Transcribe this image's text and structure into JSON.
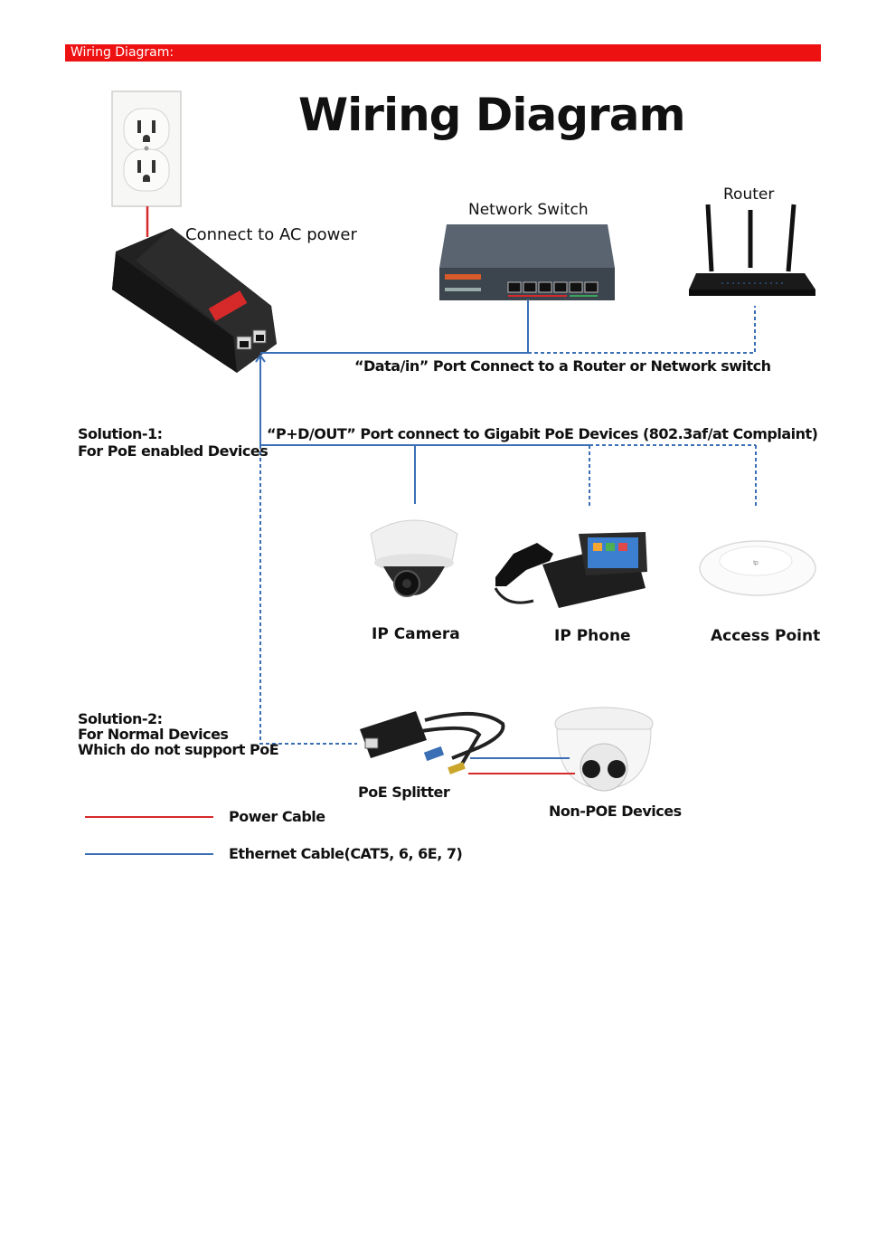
{
  "section_header": "Wiring Diagram:",
  "title": "Wiring Diagram",
  "labels": {
    "ac_power": "Connect to AC power",
    "network_switch": "Network Switch",
    "router": "Router",
    "data_in": "“Data/in” Port Connect to a Router or Network switch",
    "pd_out": "“P+D/OUT” Port connect to Gigabit PoE Devices (802.3af/at Complaint)",
    "ip_camera": "IP Camera",
    "ip_phone": "IP Phone",
    "access_point": "Access Point",
    "poe_splitter": "PoE Splitter",
    "non_poe": "Non-POE Devices"
  },
  "solutions": {
    "s1_title": "Solution-1:",
    "s1_desc": "For PoE enabled Devices",
    "s2_title": "Solution-2:",
    "s2_line1": "For Normal Devices",
    "s2_line2": "Which do not support PoE"
  },
  "legend": {
    "power": "Power Cable",
    "ethernet": "Ethernet Cable(CAT5, 6, 6E, 7)"
  },
  "colors": {
    "power_cable": "#d62a2a",
    "ethernet_cable": "#3a6fb5",
    "header_bar": "#ee1111"
  },
  "icons": [
    "outlet-icon",
    "poe-injector-icon",
    "network-switch-icon",
    "router-icon",
    "ip-camera-icon",
    "ip-phone-icon",
    "access-point-icon",
    "poe-splitter-icon",
    "non-poe-camera-icon"
  ]
}
